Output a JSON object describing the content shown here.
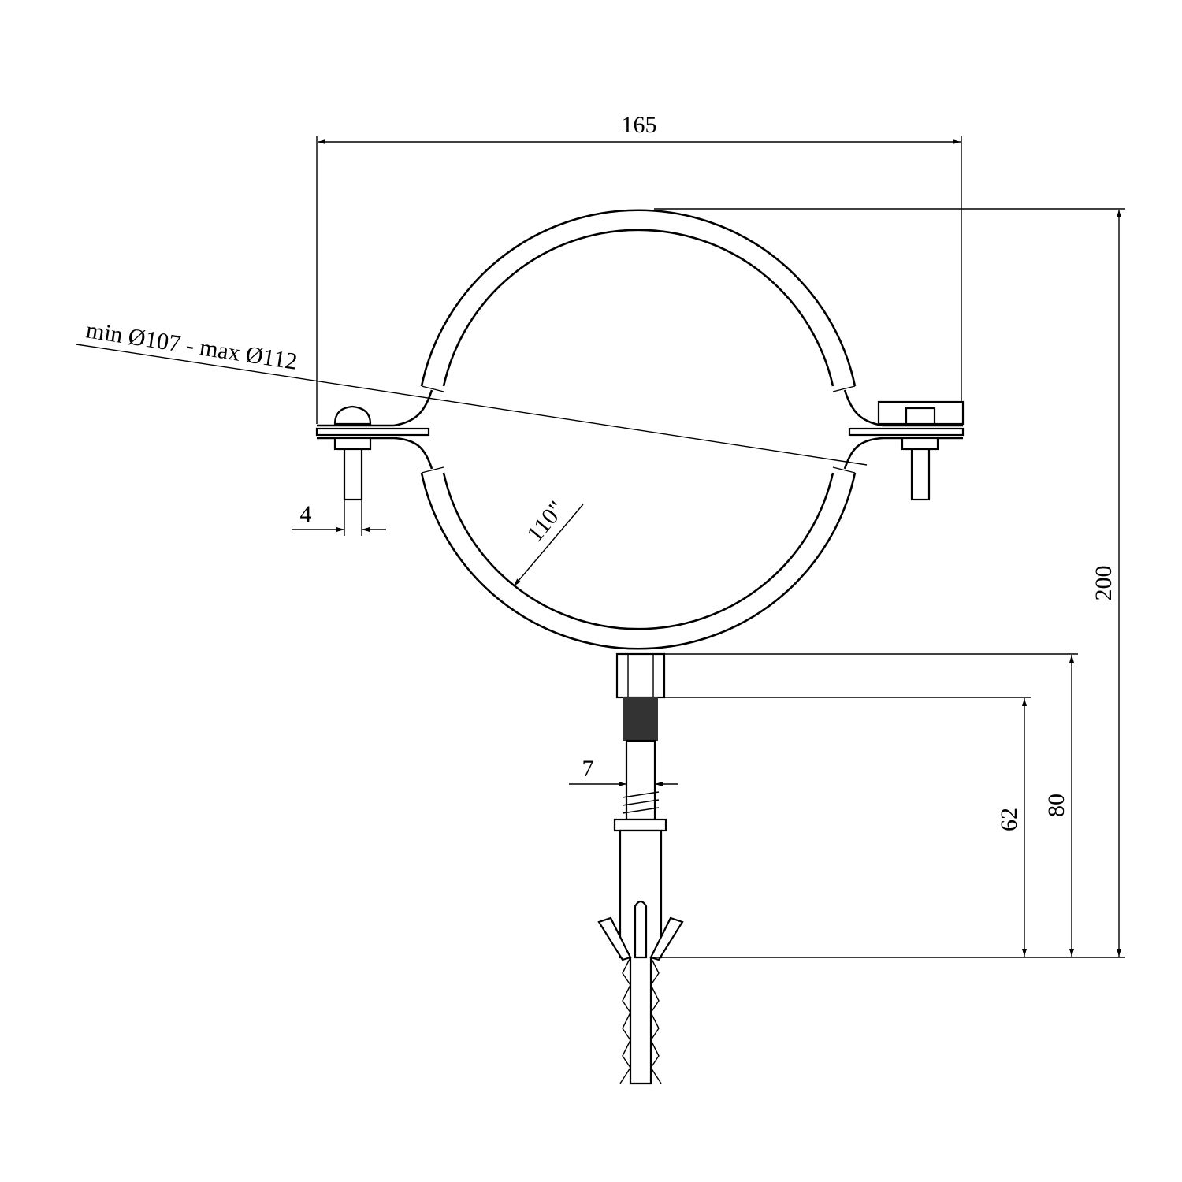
{
  "drawing": {
    "title": "Pipe clamp with screw and wall plug",
    "dimensions": {
      "width": "165",
      "height": "200",
      "bolt_total": "80",
      "bolt_exposed": "62",
      "screw_diameter": "4",
      "rod_diameter": "7",
      "pipe_size": "110\"",
      "range": "min Ø107 - max Ø112"
    }
  }
}
